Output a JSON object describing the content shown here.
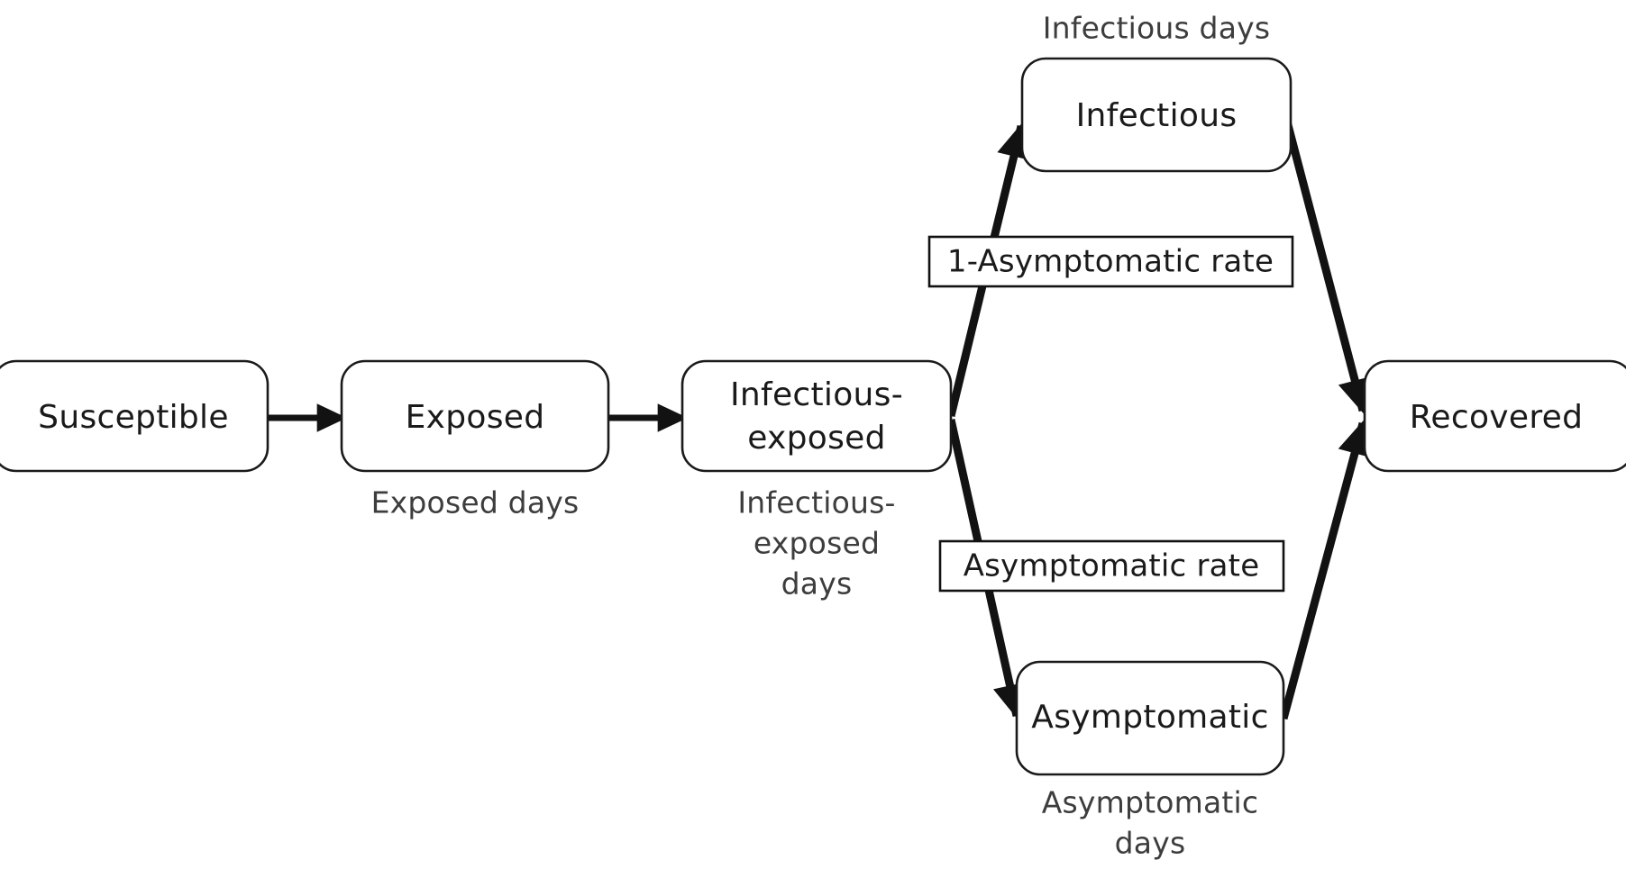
{
  "diagram": {
    "title_present": false,
    "background_color": "#ffffff",
    "stroke_color": "#1a1a1a",
    "annotation_color": "#3d3d3d",
    "type": "flow-diagram",
    "model": "SEIR compartmental epidemic model"
  },
  "nodes": {
    "susceptible": {
      "label": "Susceptible"
    },
    "exposed": {
      "label": "Exposed"
    },
    "infectious_exposed": {
      "label_line1": "Infectious-",
      "label_line2": "exposed"
    },
    "infectious": {
      "label": "Infectious"
    },
    "asymptomatic": {
      "label": "Asymptomatic"
    },
    "recovered": {
      "label": "Recovered"
    }
  },
  "edge_labels": {
    "one_minus_asymptomatic_rate": {
      "label": "1-Asymptomatic rate"
    },
    "asymptomatic_rate": {
      "label": "Asymptomatic rate"
    }
  },
  "annotations": {
    "exposed_days": {
      "line1": "Exposed days"
    },
    "infectious_exposed_days": {
      "line1": "Infectious-",
      "line2": "exposed",
      "line3": "days"
    },
    "infectious_days": {
      "line1": "Infectious days"
    },
    "asymptomatic_days": {
      "line1": "Asymptomatic",
      "line2": "days"
    }
  },
  "edges": [
    {
      "name": "susceptible-to-exposed",
      "from": "Susceptible",
      "to": "Exposed",
      "label": ""
    },
    {
      "name": "exposed-to-infectious-exposed",
      "from": "Exposed",
      "to": "Infectious-exposed",
      "label": ""
    },
    {
      "name": "infectious-exposed-to-infectious",
      "from": "Infectious-exposed",
      "to": "Infectious",
      "label": "1-Asymptomatic rate"
    },
    {
      "name": "infectious-exposed-to-asymptomatic",
      "from": "Infectious-exposed",
      "to": "Asymptomatic",
      "label": "Asymptomatic rate"
    },
    {
      "name": "infectious-to-recovered",
      "from": "Infectious",
      "to": "Recovered",
      "label": ""
    },
    {
      "name": "asymptomatic-to-recovered",
      "from": "Asymptomatic",
      "to": "Recovered",
      "label": ""
    }
  ]
}
